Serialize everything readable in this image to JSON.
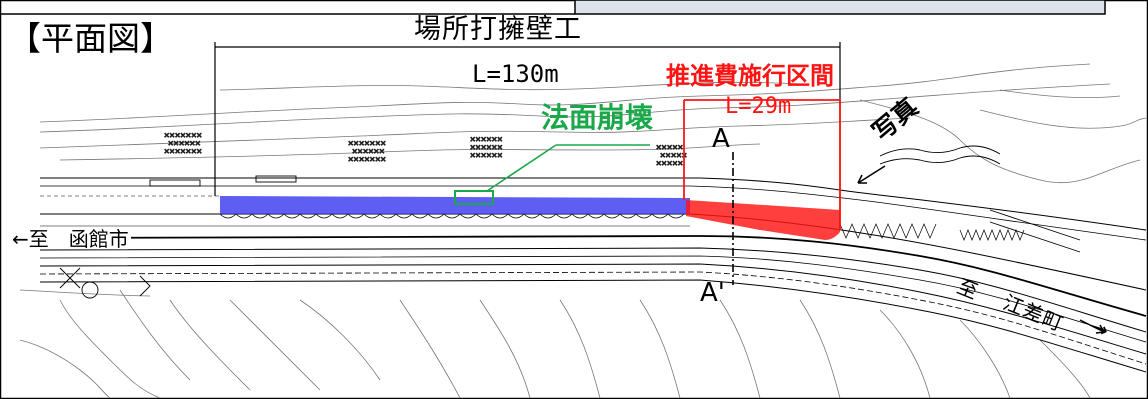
{
  "title": "【平面図】",
  "wall_label": "場所打擁壁工",
  "wall_length": "L=130m",
  "section_label": "推進費施行区間",
  "section_length": "L=29m",
  "collapse_label": "法面崩壊",
  "photo_label": "写真",
  "section_a": "A",
  "section_a_prime": "A'",
  "to_hakodate": "←至　函館市",
  "to_esashi_a": "至",
  "to_esashi_b": "江差町",
  "to_esashi_arrow": "→",
  "colors": {
    "wall_blue": "#3b3bf0",
    "section_red": "#ff1414",
    "collapse_green": "#1aa84a",
    "ink": "#000000"
  }
}
